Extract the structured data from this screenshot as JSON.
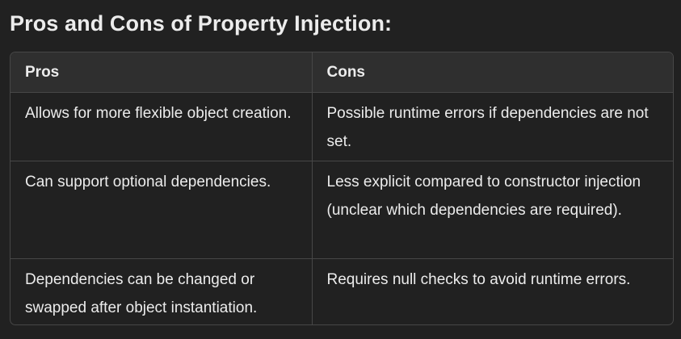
{
  "heading": "Pros and Cons of Property Injection:",
  "table": {
    "headers": [
      "Pros",
      "Cons"
    ],
    "rows": [
      [
        "Allows for more flexible object creation.",
        "Possible runtime errors if dependencies are not set."
      ],
      [
        "Can support optional dependencies.",
        "Less explicit compared to constructor injection (unclear which dependencies are required)."
      ],
      [
        "Dependencies can be changed or swapped after object instantiation.",
        "Requires null checks to avoid runtime errors."
      ]
    ]
  },
  "colors": {
    "background": "#212121",
    "header_background": "#2f2f2f",
    "border": "#474747",
    "text": "#ececec"
  }
}
